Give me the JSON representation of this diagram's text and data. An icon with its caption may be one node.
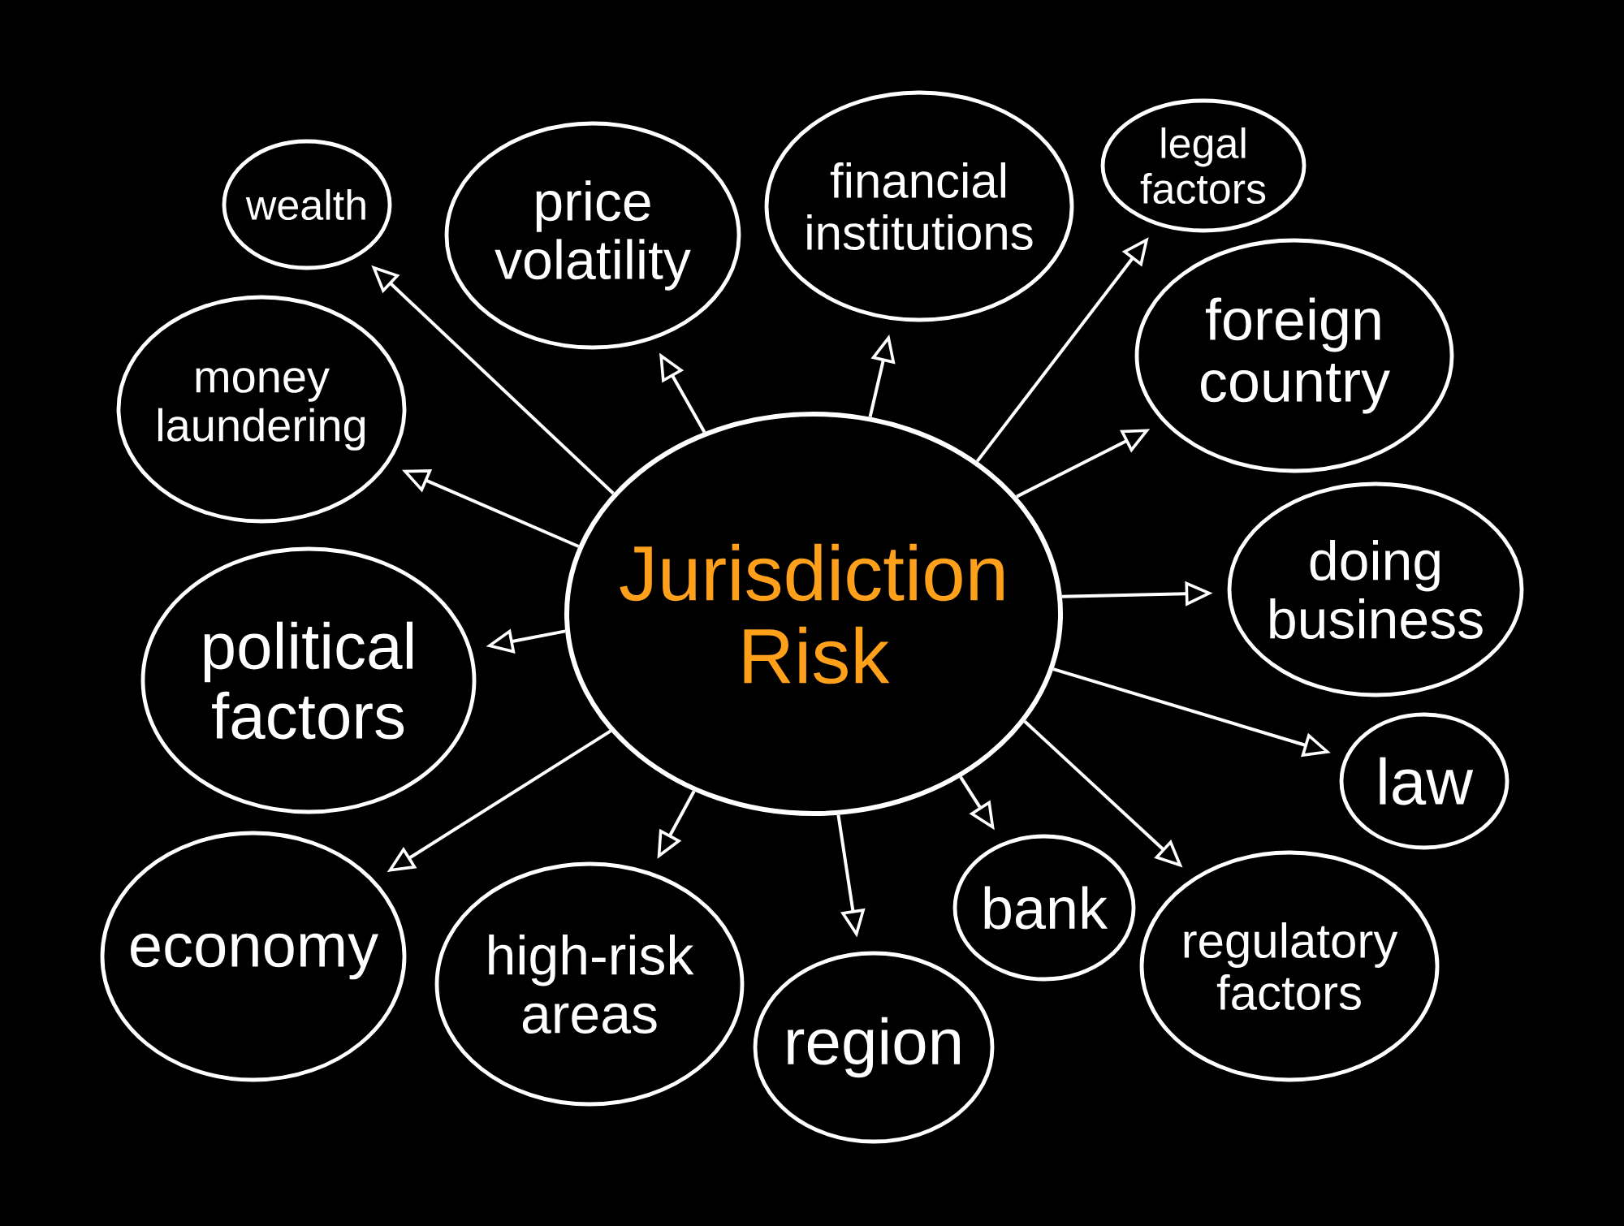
{
  "diagram": {
    "nodes": [
      {
        "text": [
          "Jurisdiction Risk"
        ]
      },
      {
        "text": [
          "wealth"
        ]
      },
      {
        "text": [
          "price volatility"
        ]
      },
      {
        "text": [
          "financial institutions"
        ]
      },
      {
        "text": [
          "legal factors"
        ]
      },
      {
        "text": [
          "money laundering"
        ]
      },
      {
        "text": [
          "foreign country"
        ]
      },
      {
        "text": [
          "political factors"
        ]
      },
      {
        "text": [
          "doing business"
        ]
      },
      {
        "text": [
          "law"
        ]
      },
      {
        "text": [
          "economy"
        ]
      },
      {
        "text": [
          "high-risk areas"
        ]
      },
      {
        "text": [
          "region"
        ]
      },
      {
        "text": [
          "bank"
        ]
      },
      {
        "text": [
          "regulatory factors"
        ]
      }
    ],
    "edges": [
      {
        "from": 0,
        "to": 1,
        "arrow": "to"
      },
      {
        "from": 0,
        "to": 2,
        "arrow": "to"
      },
      {
        "from": 0,
        "to": 3,
        "arrow": "to"
      },
      {
        "from": 0,
        "to": 4,
        "arrow": "to"
      },
      {
        "from": 0,
        "to": 5,
        "arrow": "to"
      },
      {
        "from": 0,
        "to": 6,
        "arrow": "to"
      },
      {
        "from": 0,
        "to": 7,
        "arrow": "to"
      },
      {
        "from": 0,
        "to": 8,
        "arrow": "to"
      },
      {
        "from": 0,
        "to": 9,
        "arrow": "to"
      },
      {
        "from": 0,
        "to": 10,
        "arrow": "to"
      },
      {
        "from": 0,
        "to": 11,
        "arrow": "to"
      },
      {
        "from": 0,
        "to": 12,
        "arrow": "to"
      },
      {
        "from": 0,
        "to": 13,
        "arrow": "to"
      },
      {
        "from": 0,
        "to": 14,
        "arrow": "to"
      }
    ]
  }
}
